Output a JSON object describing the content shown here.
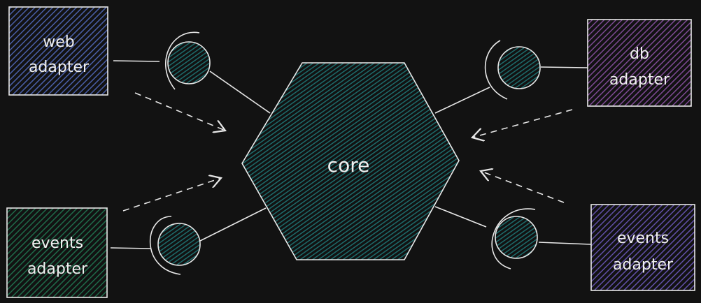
{
  "core": {
    "label": "core",
    "color": "#1d6b6b"
  },
  "adapters": [
    {
      "id": "web",
      "lines": [
        "web",
        "adapter"
      ],
      "color": "#4a5fa8"
    },
    {
      "id": "db",
      "lines": [
        "db",
        "adapter"
      ],
      "color": "#7d4a94"
    },
    {
      "id": "events-left",
      "lines": [
        "events",
        "adapter"
      ],
      "color": "#1f6b4a"
    },
    {
      "id": "events-right",
      "lines": [
        "events",
        "adapter"
      ],
      "color": "#6150a8"
    }
  ],
  "port_color": "#1d6b6b",
  "line_color": "#e8e8e8"
}
